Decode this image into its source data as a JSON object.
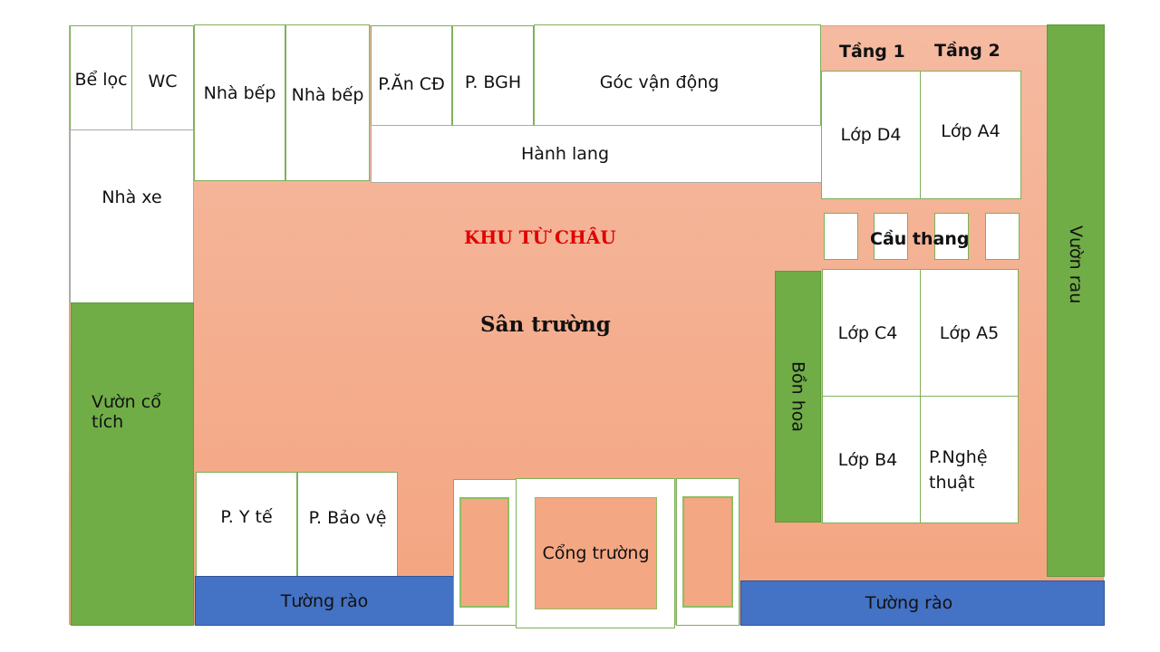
{
  "title": "KHU TỪ CHÂU",
  "yard": "Sân trường",
  "rooms": {
    "be_loc": "Bể lọc",
    "wc": "WC",
    "nha_xe": "Nhà xe",
    "vuon_co_tich": "Vườn cổ tích",
    "nha_bep_1": "Nhà bếp",
    "nha_bep_2": "Nhà bếp",
    "p_an_cd": "P.Ăn CĐ",
    "p_bgh": "P. BGH",
    "goc_van_dong": "Góc vận động",
    "hanh_lang": "Hành lang",
    "tang_1": "Tầng 1",
    "tang_2": "Tầng 2",
    "lop_d4": "Lớp D4",
    "lop_a4": "Lớp A4",
    "cau_thang": "Cầu thang",
    "bon_hoa": "Bồn hoa",
    "lop_c4": "Lớp C4",
    "lop_a5": "Lớp A5",
    "lop_b4": "Lớp B4",
    "p_nghe_thuat": "P.Nghệ thuật",
    "vuon_rau": "Vườn rau",
    "p_y_te": "P. Y tế",
    "p_bao_ve": "P. Bảo vệ",
    "tuong_rao_left": "Tường rào",
    "tuong_rao_right": "Tường rào",
    "cong_truong": "Cổng trường"
  },
  "colors": {
    "yard": "#f5baa1",
    "garden": "#70ad47",
    "fence": "#4472c4",
    "title": "#e00000"
  }
}
